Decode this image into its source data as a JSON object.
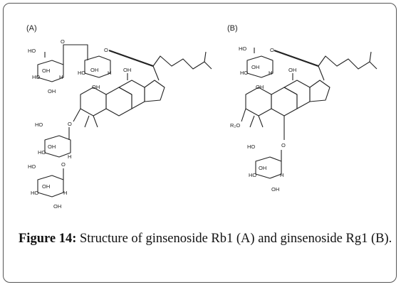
{
  "panels": {
    "a": "(A)",
    "b": "(B)"
  },
  "atoms": {
    "ho": "HO",
    "oh": "OH",
    "o": "O",
    "h": "H",
    "r2o": "R₂O"
  },
  "caption": {
    "label": "Figure 14:",
    "text": " Structure of ginsenoside Rb1 (A) and ginsenoside Rg1 (B)."
  }
}
